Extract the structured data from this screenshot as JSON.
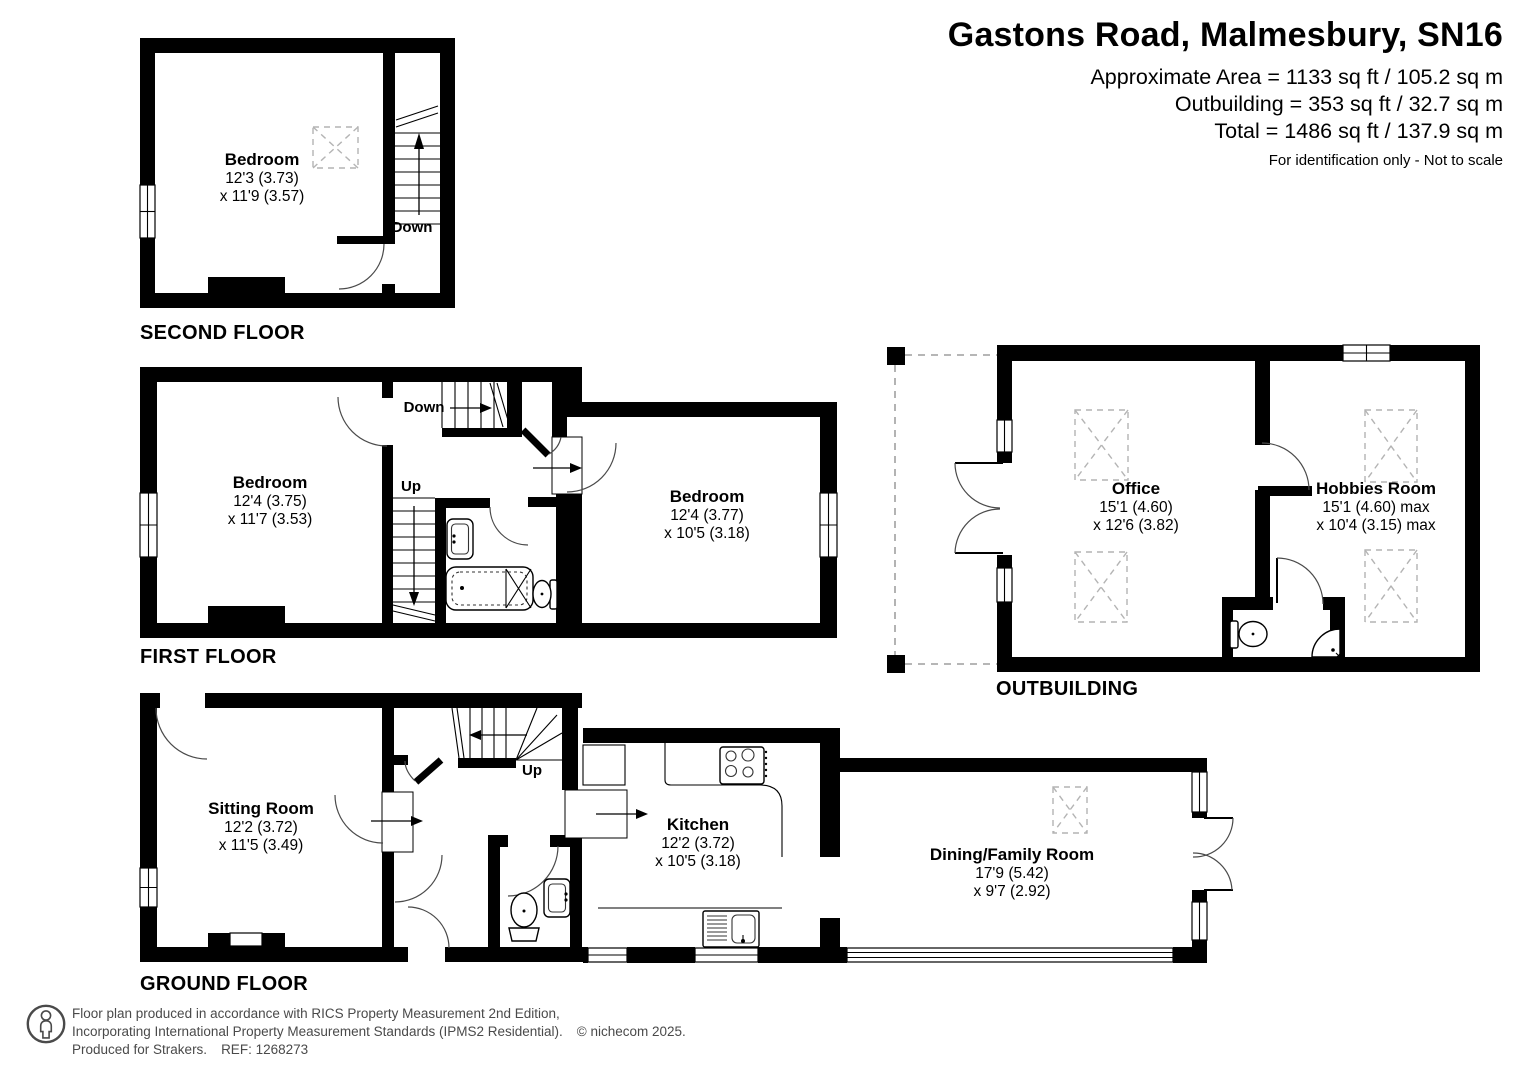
{
  "header": {
    "title": "Gastons Road, Malmesbury, SN16",
    "area_line": "Approximate Area = 1133 sq ft / 105.2 sq m",
    "outbuilding_line": "Outbuilding = 353 sq ft / 32.7 sq m",
    "total_line": "Total = 1486 sq ft / 137.9 sq m",
    "note": "For identification only - Not to scale"
  },
  "floors": {
    "second": {
      "label": "SECOND FLOOR",
      "bedroom": {
        "name": "Bedroom",
        "dim1": "12'3 (3.73)",
        "dim2": "x 11'9 (3.57)"
      },
      "stair_down": "Down"
    },
    "first": {
      "label": "FIRST FLOOR",
      "bedroom1": {
        "name": "Bedroom",
        "dim1": "12'4 (3.75)",
        "dim2": "x 11'7 (3.53)"
      },
      "bedroom2": {
        "name": "Bedroom",
        "dim1": "12'4 (3.77)",
        "dim2": "x 10'5 (3.18)"
      },
      "stair_down": "Down",
      "stair_up": "Up"
    },
    "ground": {
      "label": "GROUND FLOOR",
      "sitting_room": {
        "name": "Sitting Room",
        "dim1": "12'2 (3.72)",
        "dim2": "x 11'5 (3.49)"
      },
      "kitchen": {
        "name": "Kitchen",
        "dim1": "12'2 (3.72)",
        "dim2": "x 10'5 (3.18)"
      },
      "dining_family_room": {
        "name": "Dining/Family Room",
        "dim1": "17'9 (5.42)",
        "dim2": "x 9'7 (2.92)"
      },
      "stair_up": "Up"
    },
    "outbuilding": {
      "label": "OUTBUILDING",
      "office": {
        "name": "Office",
        "dim1": "15'1 (4.60)",
        "dim2": "x 12'6 (3.82)"
      },
      "hobbies_room": {
        "name": "Hobbies Room",
        "dim1": "15'1 (4.60) max",
        "dim2": "x 10'4 (3.15) max"
      }
    }
  },
  "footer": {
    "line1": "Floor plan produced in accordance with RICS Property Measurement 2nd Edition,",
    "line2": "Incorporating International Property Measurement Standards (IPMS2 Residential).",
    "copyright": "© nichecom 2025.",
    "line3": "Produced for Strakers.",
    "ref": "REF: 1268273"
  }
}
